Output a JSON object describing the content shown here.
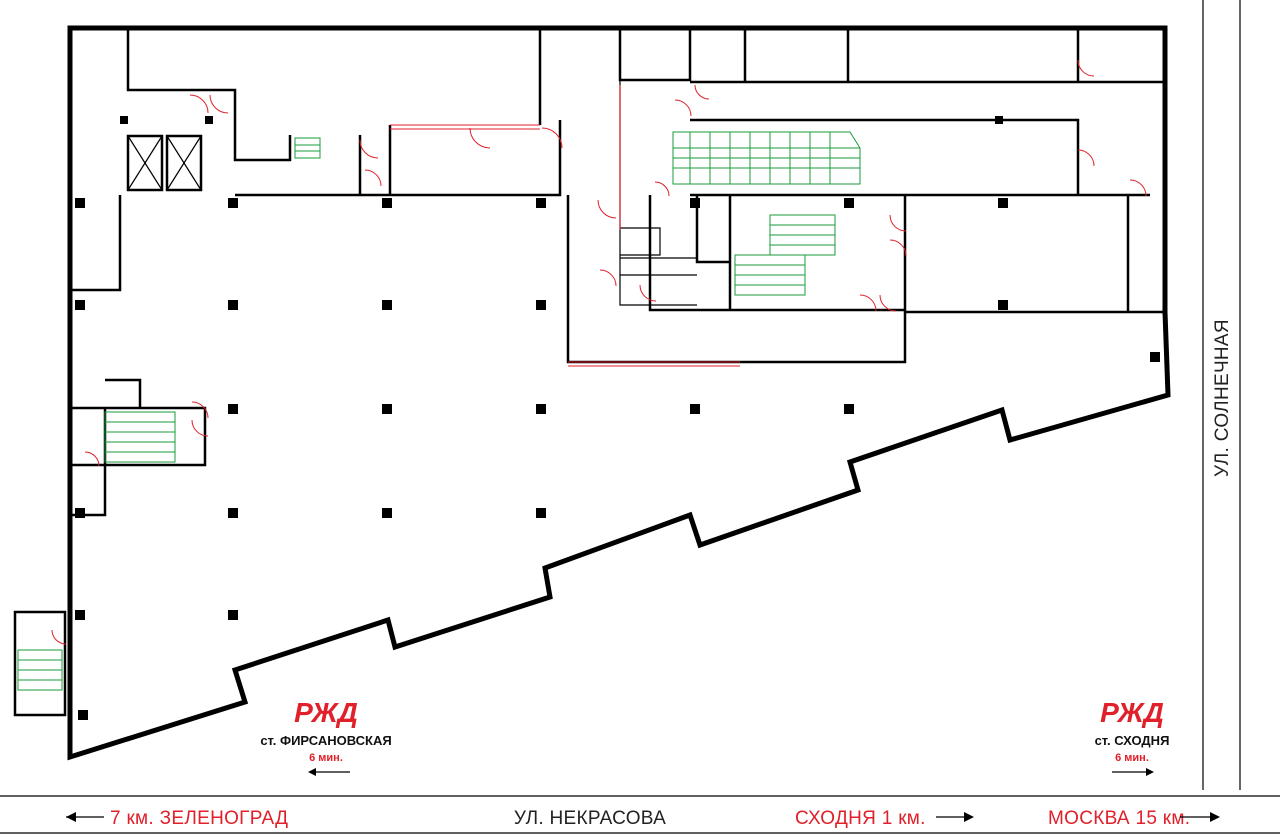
{
  "streets": {
    "bottom": "УЛ. НЕКРАСОВА",
    "right": "УЛ. СОЛНЕЧНАЯ"
  },
  "directions": {
    "zelenograd": "7 км. ЗЕЛЕНОГРАД",
    "skhodnya": "СХОДНЯ 1 км.",
    "moskva": "МОСКВА 15 км."
  },
  "stations": [
    {
      "logo": "РЖД",
      "name": "ст. ФИРСАНОВСКАЯ",
      "time": "6 мин."
    },
    {
      "logo": "РЖД",
      "name": "ст. СХОДНЯ",
      "time": "6 мин."
    }
  ],
  "colors": {
    "walls": "#000000",
    "doors_and_glazing": "#e0202a",
    "stairs_escalators": "#1a9b3c",
    "accent": "#e0202a"
  }
}
